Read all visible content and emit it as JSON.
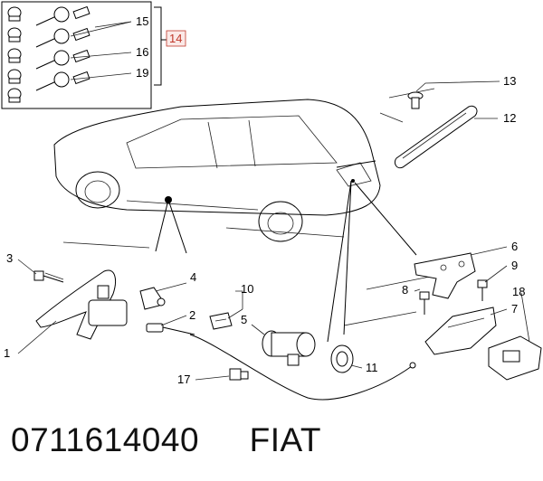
{
  "callouts": {
    "c1": "1",
    "c2": "2",
    "c3": "3",
    "c4": "4",
    "c5": "5",
    "c6": "6",
    "c7": "7",
    "c8": "8",
    "c9": "9",
    "c10": "10",
    "c11": "11",
    "c12": "12",
    "c13": "13",
    "c14": "14",
    "c15": "15",
    "c16": "16",
    "c17": "17",
    "c18": "18",
    "c19": "19"
  },
  "footer": {
    "part_number": "0711614040",
    "brand": "FIAT"
  },
  "colors": {
    "boxed_callout": "#c0392b",
    "line": "#000000"
  }
}
